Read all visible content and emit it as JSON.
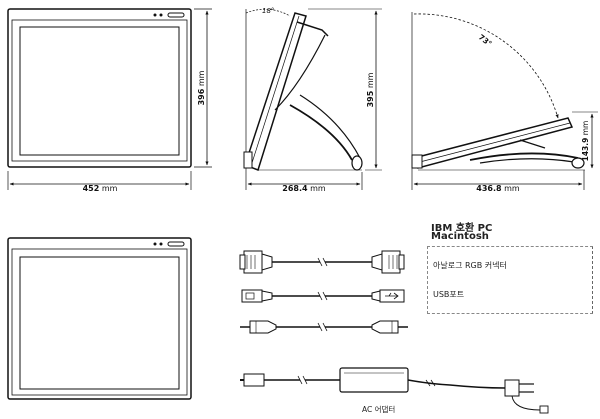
{
  "dimensions": {
    "width_value": "452",
    "width_unit": "mm",
    "height_value": "396",
    "height_unit": "mm",
    "side_depth_value": "268.4",
    "side_depth_unit": "mm",
    "side_height_value": "395",
    "side_height_unit": "mm",
    "flat_depth_value": "436.8",
    "flat_depth_unit": "mm",
    "flat_height_value": "143.9",
    "flat_height_unit": "mm",
    "tilt_angle": "18°",
    "flat_angle": "73°"
  },
  "connectors": {
    "heading_line1": "IBM 호환 PC",
    "heading_line2": "Macintosh",
    "rgb_label": "아날로그 RGB 커넥터",
    "usb_label": "USB포트",
    "adapter_label": "AC 어댑터"
  }
}
